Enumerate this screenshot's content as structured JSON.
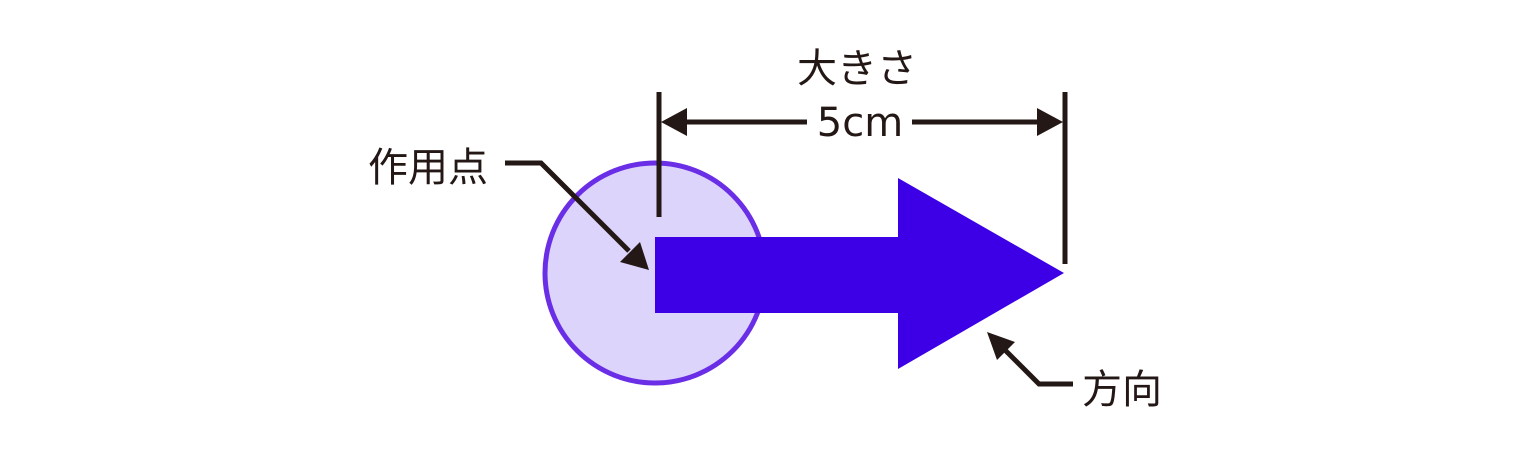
{
  "labels": {
    "magnitude": "大きさ",
    "length_value": "5cm",
    "point_of_application": "作用点",
    "direction": "方向"
  },
  "colors": {
    "arrow": "#3d00e6",
    "circle_fill": "#dcd4fa",
    "circle_stroke": "#6a2ee6",
    "line": "#231815",
    "background": "#ffffff"
  }
}
